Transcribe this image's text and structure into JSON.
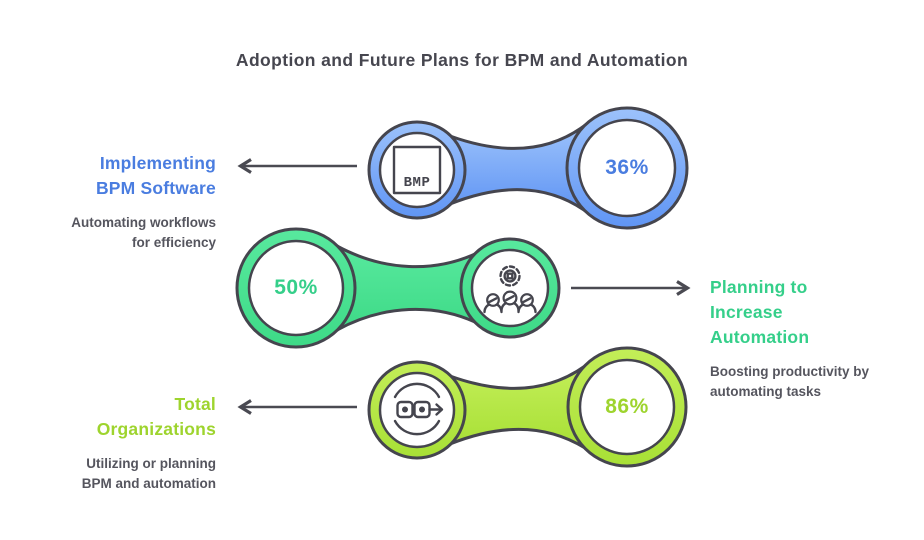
{
  "title": "Adoption and Future Plans for BPM and Automation",
  "items": [
    {
      "name": "implementing-bpm-software",
      "percent": "36%",
      "icon": "bmp-software-icon",
      "icon_text": "BMP",
      "title_lines": [
        "Implementing",
        "BPM Software"
      ],
      "subtitle_lines": [
        "Automating workflows",
        "for efficiency"
      ],
      "accent_color": "#4a7de0"
    },
    {
      "name": "planning-to-increase-automation",
      "percent": "50%",
      "icon": "automation-team-icon",
      "title_lines": [
        "Planning to",
        "Increase",
        "Automation"
      ],
      "subtitle_lines": [
        "Boosting productivity by",
        "automating tasks"
      ],
      "accent_color": "#35cf8a"
    },
    {
      "name": "total-organizations",
      "percent": "86%",
      "icon": "process-cycle-icon",
      "title_lines": [
        "Total",
        "Organizations"
      ],
      "subtitle_lines": [
        "Utilizing or planning",
        "BPM and automation"
      ],
      "accent_color": "#9ed42e"
    }
  ],
  "colors": {
    "title": "#46464f",
    "outline": "#45454e",
    "arrow": "#4a4a52",
    "gray": "#55555e",
    "blue_text": "#4a7de0",
    "blue_hi": "#9cc2fb",
    "blue_lo": "#6095f4",
    "green_text": "#35cf8a",
    "green_hi": "#58e99e",
    "green_lo": "#3eda87",
    "lime_text": "#9ed42e",
    "lime_hi": "#c3ee58",
    "lime_lo": "#a8e036"
  }
}
